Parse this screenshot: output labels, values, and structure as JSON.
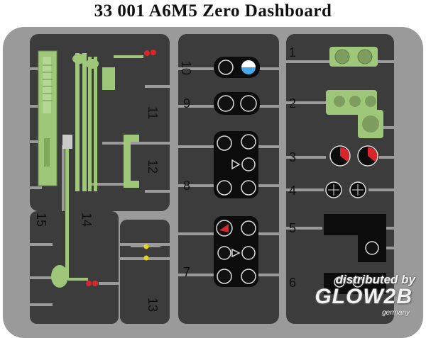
{
  "title": "33 001 A6M5 Zero Dashboard",
  "part_numbers": {
    "p1": "1",
    "p2": "2",
    "p3": "3",
    "p4": "4",
    "p5": "5",
    "p6": "6",
    "p7": "7",
    "p8": "8",
    "p9": "9",
    "p10": "10",
    "p11": "11",
    "p12": "12",
    "p13": "13",
    "p14": "14",
    "p15": "15"
  },
  "watermark": {
    "line1": "distributed by",
    "logo": "GLOW2B",
    "line2": "germany"
  },
  "colors": {
    "fret": "#9a9a9a",
    "panel": "#3c3c3c",
    "green_part": "#9ec77a",
    "red_part": "#d8262a",
    "yellow_part": "#e6d21e",
    "instrument_black": "#0c0c0c"
  }
}
